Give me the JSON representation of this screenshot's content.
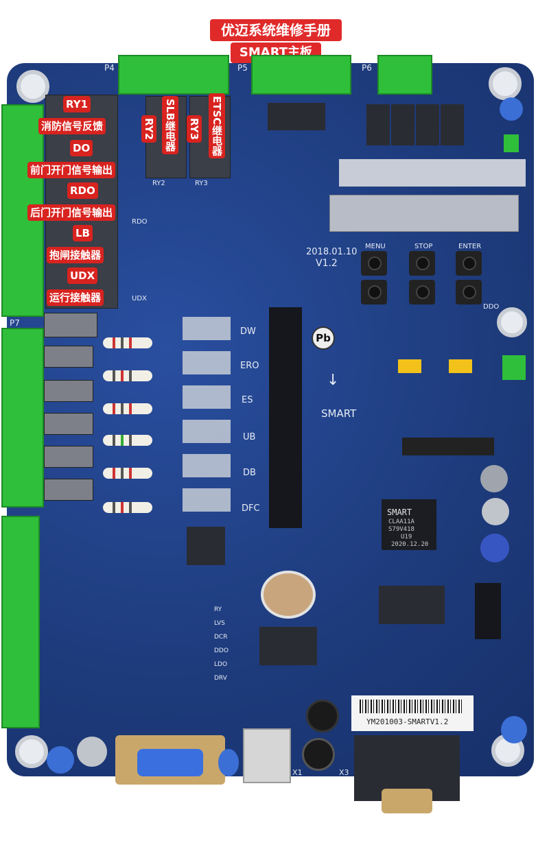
{
  "banner": {
    "line1": "优迈系统维修手册",
    "line2": "SMART主板"
  },
  "connectors": {
    "p4": "P4",
    "p5": "P5",
    "p6": "P6",
    "p7": "P7",
    "x1": "X1",
    "x3": "X3"
  },
  "left_labels": [
    {
      "text": "RY1",
      "style": "plain"
    },
    {
      "text": "消防信号反馈",
      "style": "red"
    },
    {
      "text": "DO",
      "style": "plain"
    },
    {
      "text": "前门开门信号输出",
      "style": "red"
    },
    {
      "text": "RDO",
      "style": "plain"
    },
    {
      "text": "后门开门信号输出",
      "style": "red"
    },
    {
      "text": "LB",
      "style": "plain"
    },
    {
      "text": "抱闸接触器",
      "style": "red"
    },
    {
      "text": "UDX",
      "style": "plain"
    },
    {
      "text": "运行接触器",
      "style": "red"
    }
  ],
  "relay_labels": {
    "ry2": "RY2",
    "ry2_desc": "SLB继电器",
    "ry3": "RY3",
    "ry3_desc": "ETSC继电器"
  },
  "board_text": {
    "date": "2018.01.10",
    "version": "V1.2",
    "menu": "MENU",
    "stop": "STOP",
    "enter": "ENTER",
    "pb": "Pb",
    "smart": "SMART",
    "pcb_code": "YM201003-SMARTV1.2",
    "chip_brand": "SMART",
    "chip_lines": [
      "CLAA11A",
      "S79V418",
      "U19",
      "2020.12.20"
    ]
  },
  "input_labels": [
    "DW",
    "ERO",
    "ES",
    "UB",
    "DB",
    "DFC"
  ],
  "silk_small": [
    "RY2",
    "RY3",
    "RDO",
    "UDX",
    "DDO"
  ],
  "right_side_labels": [
    "RY",
    "LVS",
    "DCR",
    "DDO",
    "LDO",
    "DRV"
  ],
  "colors": {
    "board": "#1d3a7a",
    "terminal": "#2fbf3a",
    "label_red": "#d8231f",
    "banner": "#e02a2a"
  }
}
